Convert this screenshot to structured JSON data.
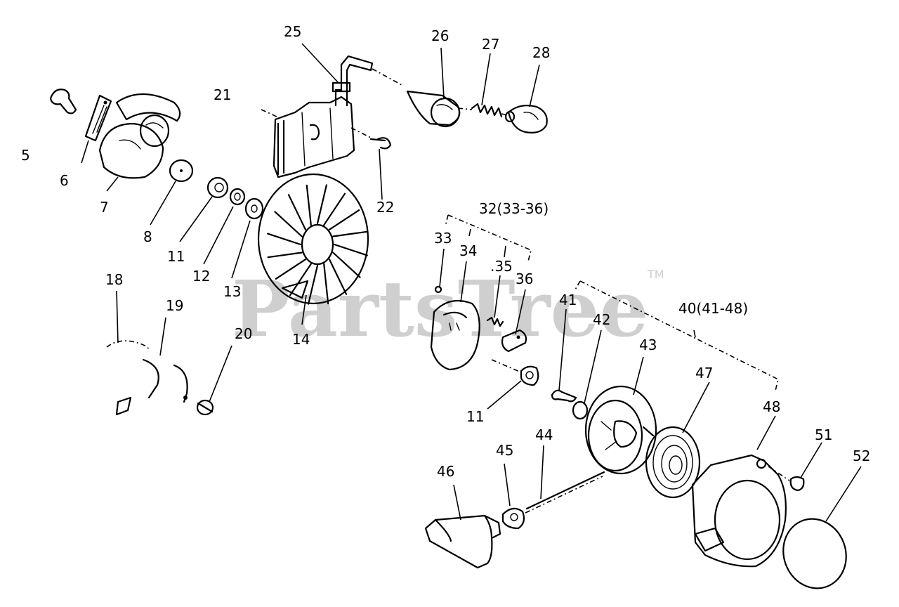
{
  "watermark": {
    "text": "PartsTree",
    "trademark": "TM"
  },
  "labels": {
    "p5": "5",
    "p6": "6",
    "p7": "7",
    "p8": "8",
    "p11a": "11",
    "p11b": "11",
    "p12": "12",
    "p13": "13",
    "p14": "14",
    "p18": "18",
    "p19": "19",
    "p20": "20",
    "p21": "21",
    "p22": "22",
    "p25": "25",
    "p26": "26",
    "p27": "27",
    "p28": "28",
    "p32": "32(33-36)",
    "p33": "33",
    "p34": "34",
    "p35": ".35",
    "p36": "36",
    "p40": "40(41-48)",
    "p41": "41",
    "p42": "42",
    "p43": "43",
    "p44": "44",
    "p45": "45",
    "p46": "46",
    "p47": "47",
    "p48": "48",
    "p51": "51",
    "p52": "52"
  }
}
